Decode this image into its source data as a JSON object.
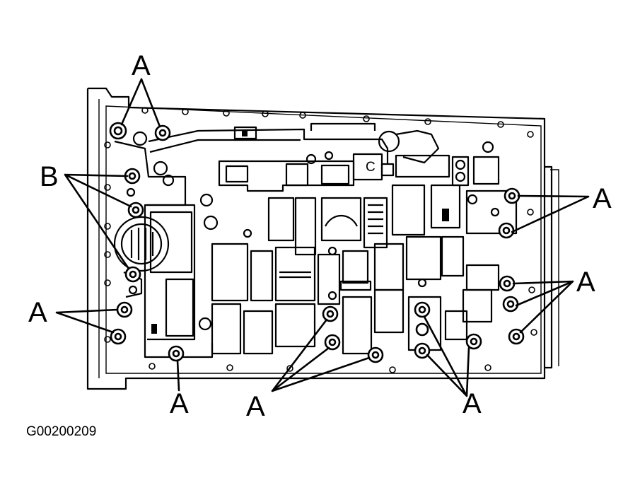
{
  "figure_code": "G00200209",
  "callouts": {
    "a_top": "A",
    "b_left": "B",
    "a_right_upper": "A",
    "a_right_lower": "A",
    "a_left": "A",
    "a_bottom_left": "A",
    "a_bottom_center": "A",
    "a_bottom_right": "A"
  }
}
